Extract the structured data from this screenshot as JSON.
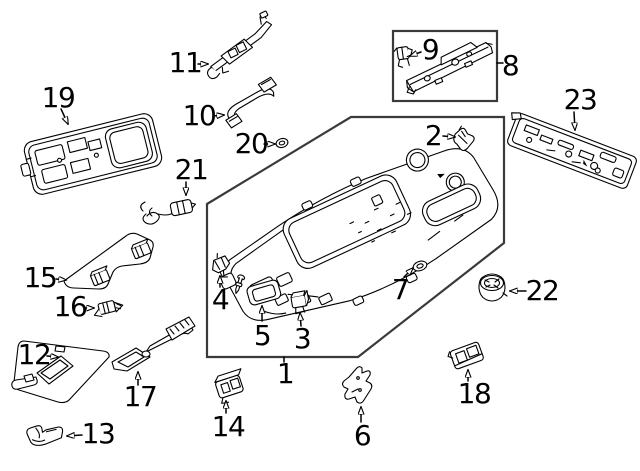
{
  "diagram": {
    "background": "#ffffff",
    "line_color": "#000000",
    "box_color": "#3a3a3a",
    "callouts": [
      {
        "id": 1,
        "label": "1",
        "arrow": "tick-up"
      },
      {
        "id": 2,
        "label": "2",
        "arrow": "right"
      },
      {
        "id": 3,
        "label": "3",
        "arrow": "up"
      },
      {
        "id": 4,
        "label": "4",
        "arrow": "up"
      },
      {
        "id": 5,
        "label": "5",
        "arrow": "up"
      },
      {
        "id": 6,
        "label": "6",
        "arrow": "up"
      },
      {
        "id": 7,
        "label": "7",
        "arrow": "up-right"
      },
      {
        "id": 8,
        "label": "8",
        "arrow": "tick-left"
      },
      {
        "id": 9,
        "label": "9",
        "arrow": "left"
      },
      {
        "id": 10,
        "label": "10",
        "arrow": "right"
      },
      {
        "id": 11,
        "label": "11",
        "arrow": "right"
      },
      {
        "id": 12,
        "label": "12",
        "arrow": "right"
      },
      {
        "id": 13,
        "label": "13",
        "arrow": "left"
      },
      {
        "id": 14,
        "label": "14",
        "arrow": "up"
      },
      {
        "id": 15,
        "label": "15",
        "arrow": "right"
      },
      {
        "id": 16,
        "label": "16",
        "arrow": "right"
      },
      {
        "id": 17,
        "label": "17",
        "arrow": "up"
      },
      {
        "id": 18,
        "label": "18",
        "arrow": "up"
      },
      {
        "id": 19,
        "label": "19",
        "arrow": "down-right"
      },
      {
        "id": 20,
        "label": "20",
        "arrow": "right"
      },
      {
        "id": 21,
        "label": "21",
        "arrow": "down"
      },
      {
        "id": 22,
        "label": "22",
        "arrow": "left"
      },
      {
        "id": 23,
        "label": "23",
        "arrow": "down"
      }
    ]
  }
}
